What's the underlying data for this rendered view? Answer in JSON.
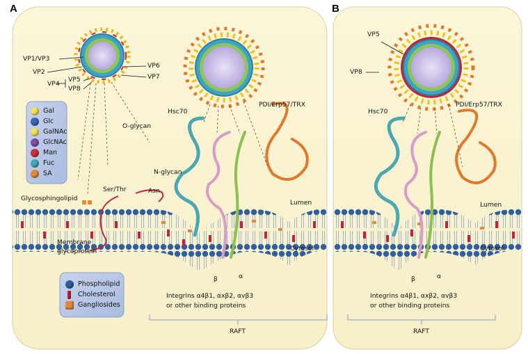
{
  "panels": {
    "a": {
      "letter": "A"
    },
    "b": {
      "letter": "B"
    }
  },
  "labels": {
    "vp1_vp3": "VP1/VP3",
    "vp2": "VP2",
    "vp4": "VP4",
    "vp5": "VP5",
    "vp6": "VP6",
    "vp7": "VP7",
    "vp8": "VP8",
    "hsc70": "Hsc70",
    "pdi": "PDI/Erp57/TRX",
    "o_glycan": "O-glycan",
    "n_glycan": "N-glycan",
    "ser_thr": "Ser/Thr",
    "asn": "Asn",
    "glycosphingolipid": "Glycosphingolipid",
    "membrane_glycoprotein_1": "Membrane",
    "membrane_glycoprotein_2": "glycoprotein",
    "lumen": "Lumen",
    "cytosol": "Cytosol",
    "beta": "β",
    "alpha": "α",
    "integrins_1": "Integrins α4β1, αxβ2, αvβ3",
    "integrins_2": "or other binding proteins",
    "raft": "RAFT"
  },
  "sugar_legend": [
    {
      "label": "Gal",
      "color": "#f2e25a"
    },
    {
      "label": "Glc",
      "color": "#3f63b5"
    },
    {
      "label": "GalNAc",
      "color": "#f2e25a"
    },
    {
      "label": "GlcNAc",
      "color": "#7a4fa3"
    },
    {
      "label": "Man",
      "color": "#c9303e"
    },
    {
      "label": "Fuc",
      "color": "#43a6b8"
    },
    {
      "label": "SA",
      "color": "#e08a3a"
    }
  ],
  "lipid_legend": [
    {
      "label": "Phospholipid",
      "color": "#2f5f9e"
    },
    {
      "label": "Cholesterol",
      "color": "#c0243a"
    },
    {
      "label": "Gangliosides",
      "color": "#e08a3a"
    }
  ]
}
